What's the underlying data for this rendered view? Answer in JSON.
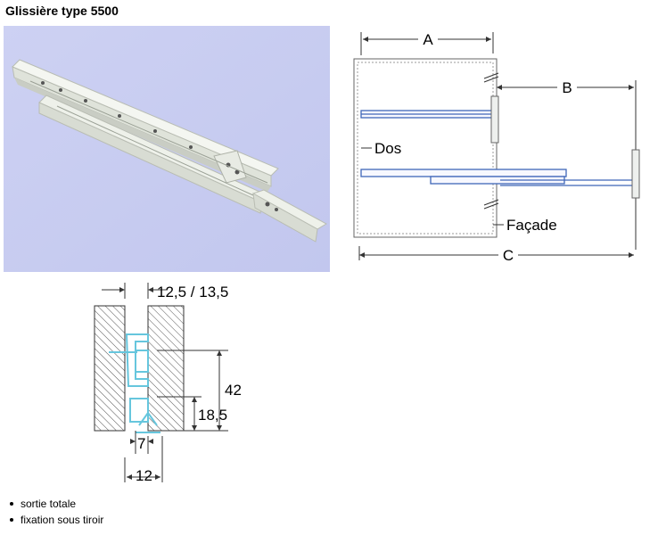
{
  "page": {
    "title": "Glissière type 5500"
  },
  "side_diagram": {
    "label_a": "A",
    "label_b": "B",
    "label_c": "C",
    "label_dos": "Dos",
    "label_facade": "Façade"
  },
  "section_diagram": {
    "label_gap": "12,5 / 13,5",
    "label_42": "42",
    "label_18_5": "18,5",
    "label_7": "7",
    "label_12": "12"
  },
  "features": [
    "sortie totale",
    "fixation sous tiroir"
  ],
  "colors": {
    "photo_bg": "#c8ccf0",
    "rail": "#eef1ea",
    "line_blue": "#3f66b8",
    "section_cyan": "#66c6dd"
  }
}
